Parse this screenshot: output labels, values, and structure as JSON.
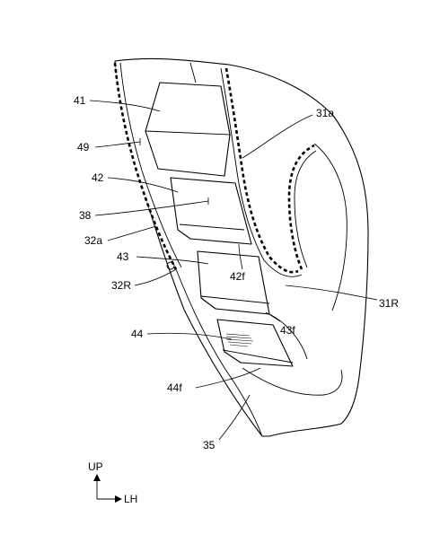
{
  "figure": {
    "labels": {
      "l41": "41",
      "l49": "49",
      "l42": "42",
      "l38": "38",
      "l32a": "32a",
      "l43": "43",
      "l42f": "42f",
      "l32R": "32R",
      "l44": "44",
      "l43f": "43f",
      "l44f": "44f",
      "l35": "35",
      "l31a": "31a",
      "l31R": "31R"
    },
    "direction_indicator": {
      "up": "UP",
      "right": "LH"
    }
  }
}
